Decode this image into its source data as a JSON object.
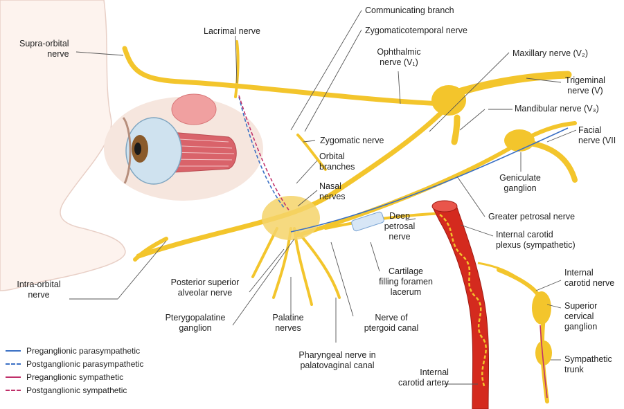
{
  "labels": {
    "supra_orbital": "Supra-orbital\nnerve",
    "lacrimal": "Lacrimal nerve",
    "communicating": "Communicating branch",
    "zygomaticotemporal": "Zygomaticotemporal nerve",
    "ophthalmic": "Ophthalmic\nnerve (V₁)",
    "maxillary": "Maxillary nerve (V₂)",
    "trigeminal": "Trigeminal\nnerve (V)",
    "mandibular": "Mandibular nerve (V₃)",
    "facial": "Facial\nnerve (VII",
    "zygomatic": "Zygomatic nerve",
    "orbital_branches": "Orbital\nbranches",
    "nasal_nerves": "Nasal\nnerves",
    "geniculate": "Geniculate\nganglion",
    "greater_petrosal": "Greater petrosal nerve",
    "deep_petrosal": "Deep\npetrosal\nnerve",
    "internal_carotid_plexus": "Internal carotid\nplexus (sympathetic)",
    "intra_orbital": "Intra-orbital\nnerve",
    "posterior_superior_alveolar": "Posterior superior\nalveolar nerve",
    "cartilage": "Cartilage\nfilling foramen\nlacerum",
    "internal_carotid_nerve": "Internal\ncarotid nerve",
    "pterygopalatine": "Pterygopalatine\nganglion",
    "palatine": "Palatine\nnerves",
    "pterygoid_canal": "Nerve of\nptergoid canal",
    "superior_cervical": "Superior\ncervical\nganglion",
    "pharyngeal": "Pharyngeal nerve in\npalatovaginal canal",
    "sympathetic_trunk": "Sympathetic\ntrunk",
    "internal_carotid_artery": "Internal\ncarotid artery"
  },
  "legend": [
    {
      "text": "Preganglionic parasympathetic",
      "color": "#3a6fc4",
      "style": "solid"
    },
    {
      "text": "Postganglionic parasympathetic",
      "color": "#3a6fc4",
      "style": "dashed"
    },
    {
      "text": "Preganglionic sympathetic",
      "color": "#c0306a",
      "style": "solid"
    },
    {
      "text": "Postganglionic sympathetic",
      "color": "#c0306a",
      "style": "dashed"
    }
  ],
  "colors": {
    "nerve": "#f3c52c",
    "nerve_dark": "#d9a516",
    "artery": "#d42a1e",
    "skin": "#fdf3ee",
    "eye_muscle": "#d9636a",
    "gland": "#f0a0a0"
  }
}
